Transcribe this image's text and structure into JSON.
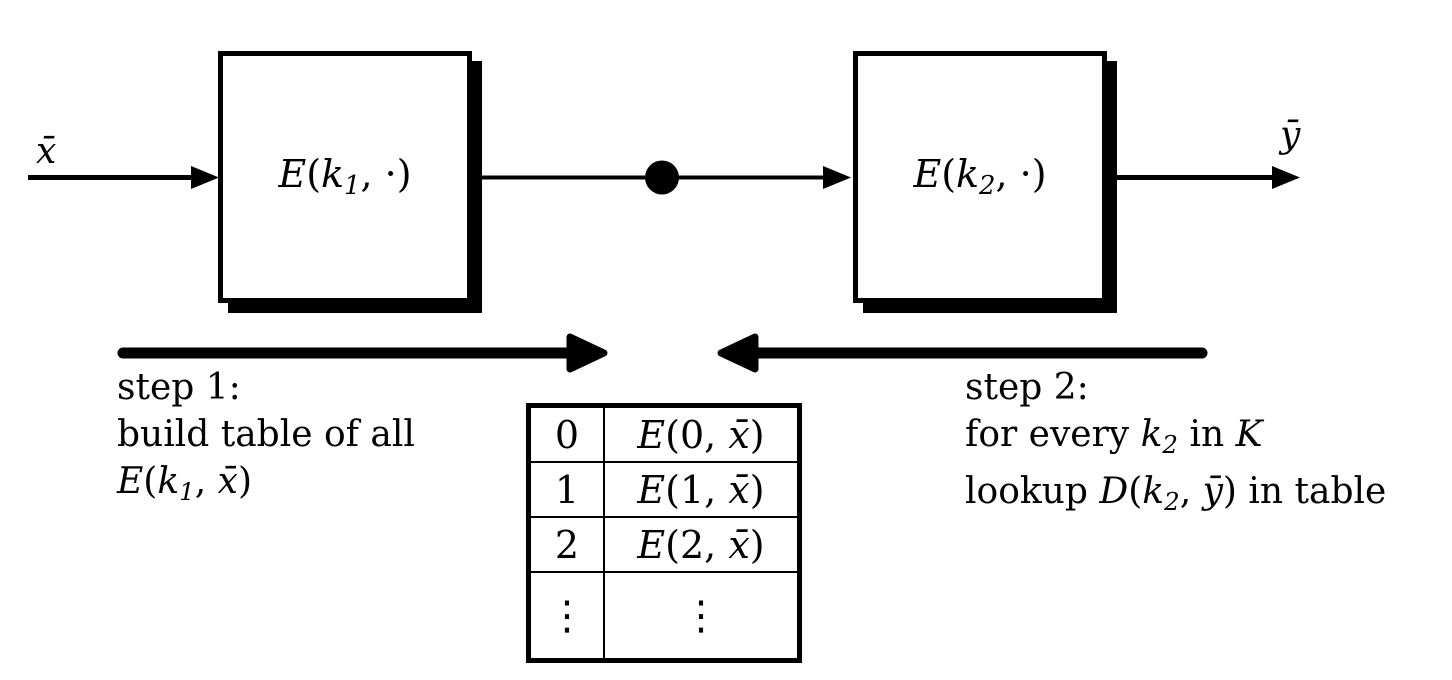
{
  "diagram": {
    "colors": {
      "ink": "#000000",
      "background": "#ffffff"
    },
    "input_label_runs": [
      {
        "t": "x̄",
        "s": "i"
      }
    ],
    "output_label_runs": [
      {
        "t": "ȳ",
        "s": "i"
      }
    ],
    "block1_label_runs": [
      {
        "t": "E",
        "s": "i"
      },
      {
        "t": "(",
        "s": ""
      },
      {
        "t": "k",
        "s": "i"
      },
      {
        "t": "1",
        "s": "sub"
      },
      {
        "t": ", ·)",
        "s": ""
      }
    ],
    "block2_label_runs": [
      {
        "t": "E",
        "s": "i"
      },
      {
        "t": "(",
        "s": ""
      },
      {
        "t": "k",
        "s": "i"
      },
      {
        "t": "2",
        "s": "sub"
      },
      {
        "t": ", ·)",
        "s": ""
      }
    ],
    "step1": {
      "line1": "step 1:",
      "line2": "build table of all",
      "line3_runs": [
        {
          "t": "E",
          "s": "i"
        },
        {
          "t": "(",
          "s": ""
        },
        {
          "t": "k",
          "s": "i"
        },
        {
          "t": "1",
          "s": "sub"
        },
        {
          "t": ", ",
          "s": ""
        },
        {
          "t": "x̄",
          "s": "i"
        },
        {
          "t": ")",
          "s": ""
        }
      ]
    },
    "step2": {
      "line1": "step 2:",
      "line2_runs": [
        {
          "t": "for every ",
          "s": ""
        },
        {
          "t": "k",
          "s": "i"
        },
        {
          "t": "2",
          "s": "sub"
        },
        {
          "t": " in ",
          "s": ""
        },
        {
          "t": "K",
          "s": "cal"
        }
      ],
      "line3_runs": [
        {
          "t": "lookup ",
          "s": ""
        },
        {
          "t": "D",
          "s": "i"
        },
        {
          "t": "(",
          "s": ""
        },
        {
          "t": "k",
          "s": "i"
        },
        {
          "t": "2",
          "s": "sub"
        },
        {
          "t": ", ",
          "s": ""
        },
        {
          "t": "ȳ",
          "s": "i"
        },
        {
          "t": ")",
          "s": ""
        },
        {
          "t": " in table",
          "s": ""
        }
      ]
    },
    "table": {
      "rows": [
        {
          "key": "0",
          "value_runs": [
            {
              "t": "E",
              "s": "i"
            },
            {
              "t": "(0, ",
              "s": ""
            },
            {
              "t": "x̄",
              "s": "i"
            },
            {
              "t": ")",
              "s": ""
            }
          ]
        },
        {
          "key": "1",
          "value_runs": [
            {
              "t": "E",
              "s": "i"
            },
            {
              "t": "(1, ",
              "s": ""
            },
            {
              "t": "x̄",
              "s": "i"
            },
            {
              "t": ")",
              "s": ""
            }
          ]
        },
        {
          "key": "2",
          "value_runs": [
            {
              "t": "E",
              "s": "i"
            },
            {
              "t": "(2, ",
              "s": ""
            },
            {
              "t": "x̄",
              "s": "i"
            },
            {
              "t": ")",
              "s": ""
            }
          ]
        },
        {
          "key": "⋮",
          "value_runs": [
            {
              "t": "⋮",
              "s": ""
            }
          ]
        }
      ]
    }
  }
}
